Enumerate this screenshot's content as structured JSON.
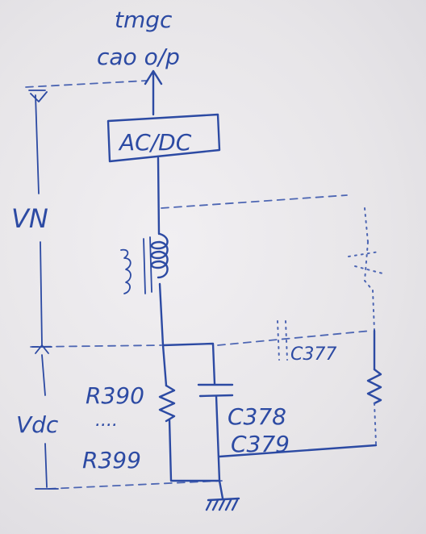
{
  "diagram": {
    "output_label_line1": "tmgc",
    "output_label_line2": "cao o/p",
    "converter_label": "AC/DC",
    "voltage_upper_label": "VN",
    "voltage_lower_label": "Vdc",
    "resistor_label_top": "R390",
    "resistor_label_dots": "....",
    "resistor_label_bottom": "R399",
    "capacitor_label_a": "C378",
    "capacitor_label_b": "C379",
    "capacitor_label_c": "C377",
    "ink_color": "#2c4aa3",
    "paper_color": "#e9e7ea"
  }
}
